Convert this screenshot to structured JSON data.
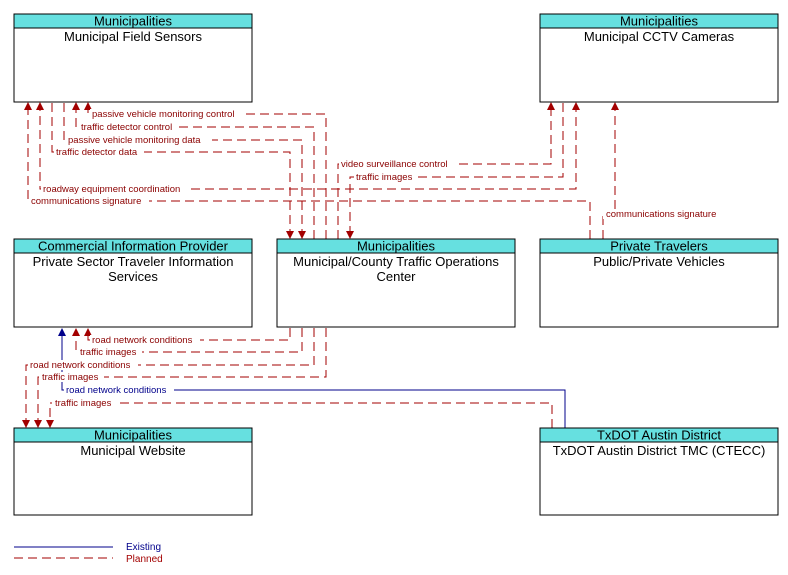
{
  "colors": {
    "header_fill": "#66e0e0",
    "planned": "#a30000",
    "existing": "#00008b",
    "border": "#000000"
  },
  "boxes": {
    "field_sensors": {
      "owner": "Municipalities",
      "name": [
        "Municipal Field Sensors"
      ]
    },
    "cctv": {
      "owner": "Municipalities",
      "name": [
        "Municipal CCTV Cameras"
      ]
    },
    "cip": {
      "owner": "Commercial Information Provider",
      "name": [
        "Private Sector Traveler Information",
        "Services"
      ]
    },
    "tmc": {
      "owner": "Municipalities",
      "name": [
        "Municipal/County Traffic Operations",
        "Center"
      ]
    },
    "vehicles": {
      "owner": "Private Travelers",
      "name": [
        "Public/Private Vehicles"
      ]
    },
    "website": {
      "owner": "Municipalities",
      "name": [
        "Municipal Website"
      ]
    },
    "txdot": {
      "owner": "TxDOT Austin District",
      "name": [
        "TxDOT Austin District TMC (CTECC)"
      ]
    }
  },
  "flows": [
    {
      "id": "f1",
      "label": "passive vehicle monitoring control",
      "status": "planned"
    },
    {
      "id": "f2",
      "label": "traffic detector control",
      "status": "planned"
    },
    {
      "id": "f3",
      "label": "passive vehicle monitoring data",
      "status": "planned"
    },
    {
      "id": "f4",
      "label": "traffic detector data",
      "status": "planned"
    },
    {
      "id": "f5",
      "label": "video surveillance control",
      "status": "planned"
    },
    {
      "id": "f6",
      "label": "traffic images",
      "status": "planned"
    },
    {
      "id": "f7",
      "label": "roadway equipment coordination",
      "status": "planned"
    },
    {
      "id": "f8",
      "label": "communications signature",
      "status": "planned"
    },
    {
      "id": "f9",
      "label": "communications signature",
      "status": "planned"
    },
    {
      "id": "f10",
      "label": "road network conditions",
      "status": "planned"
    },
    {
      "id": "f11",
      "label": "traffic images",
      "status": "planned"
    },
    {
      "id": "f12",
      "label": "road network conditions",
      "status": "planned"
    },
    {
      "id": "f13",
      "label": "traffic images",
      "status": "planned"
    },
    {
      "id": "f14",
      "label": "road network conditions",
      "status": "existing"
    },
    {
      "id": "f15",
      "label": "traffic images",
      "status": "planned"
    }
  ],
  "legend": {
    "existing": "Existing",
    "planned": "Planned"
  }
}
